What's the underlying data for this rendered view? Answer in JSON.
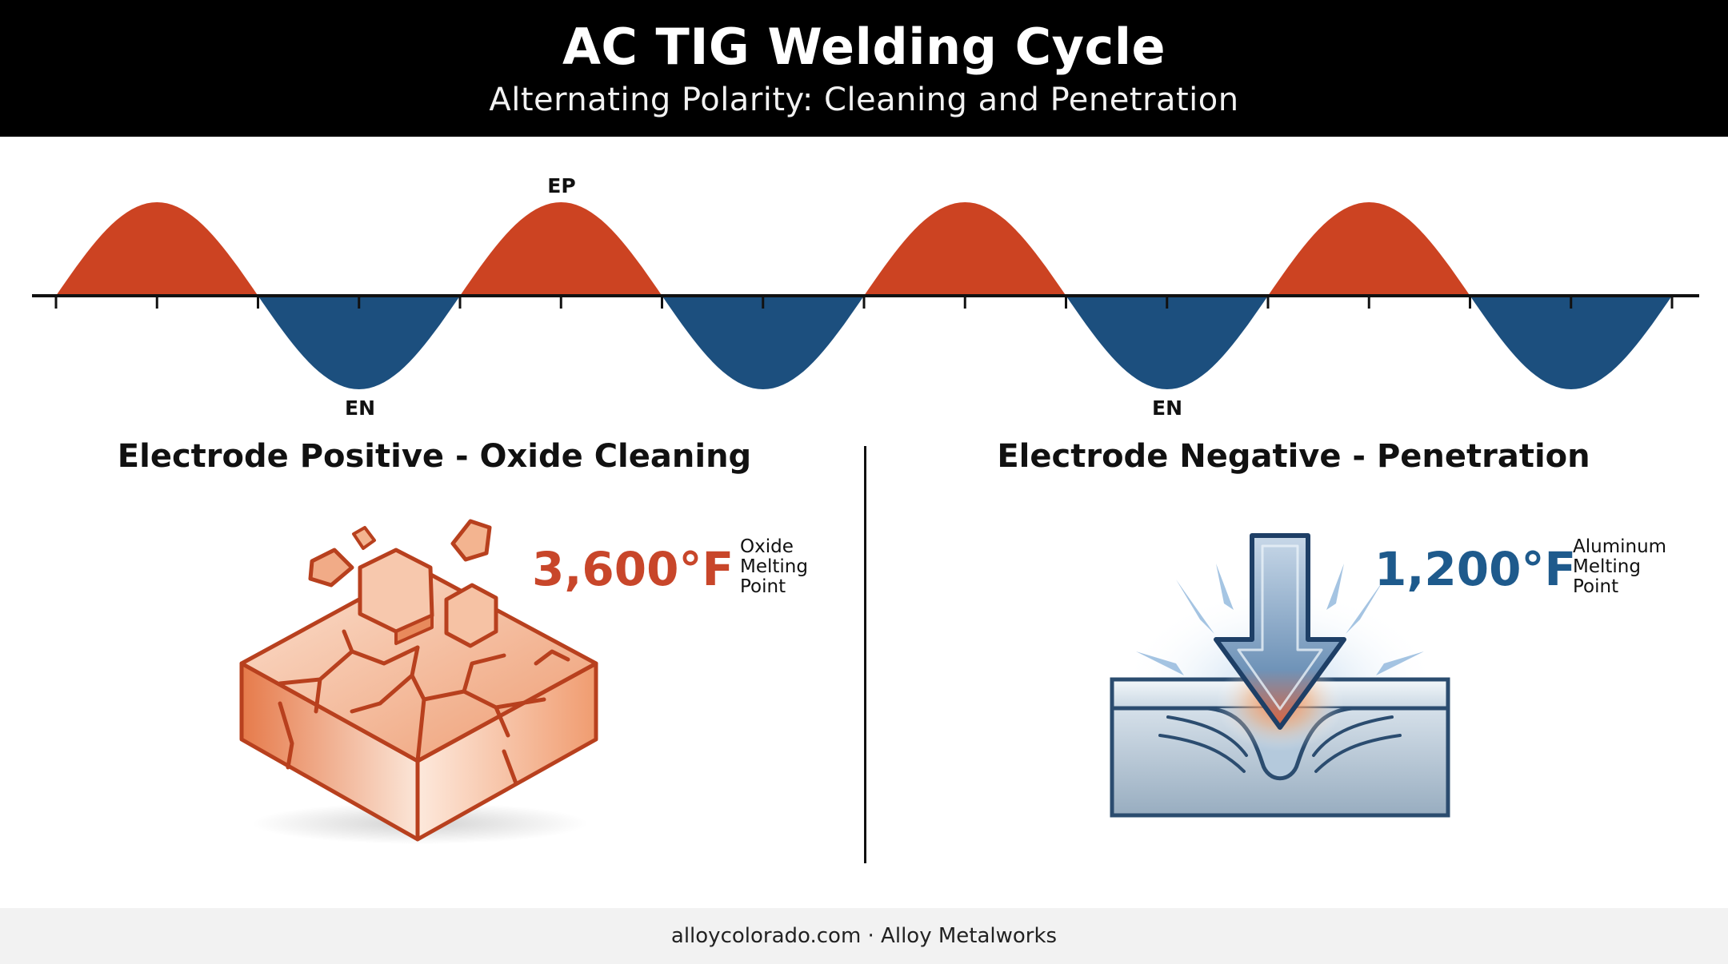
{
  "header": {
    "title": "AC TIG Welding Cycle",
    "subtitle": "Alternating Polarity: Cleaning and Penetration"
  },
  "waveform": {
    "label_ep": "EP",
    "label_en_1": "EN",
    "label_en_2": "EN",
    "positive_color": "#cc4322",
    "negative_color": "#1c4f7e",
    "cycles": 4
  },
  "left_panel": {
    "title": "Electrode Positive - Oxide Cleaning",
    "temperature": "3,600°F",
    "note_lines": [
      "Oxide",
      "Melting",
      "Point"
    ],
    "accent_color": "#c8462a",
    "icon": "cracked-oxide-block-icon"
  },
  "right_panel": {
    "title": "Electrode Negative - Penetration",
    "temperature": "1,200°F",
    "note_lines": [
      "Aluminum",
      "Melting",
      "Point"
    ],
    "accent_color": "#1e5a8c",
    "icon": "penetration-arrow-icon"
  },
  "footer": {
    "text": "alloycolorado.com · Alloy Metalworks"
  }
}
